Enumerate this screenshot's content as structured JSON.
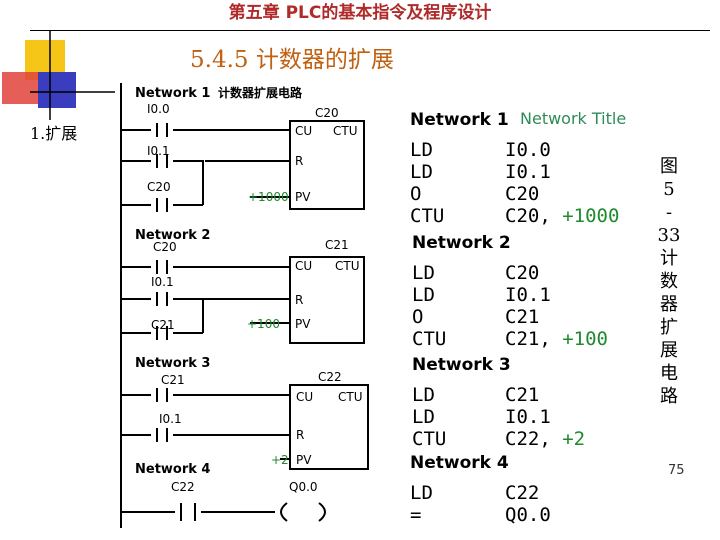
{
  "header": {
    "chapter_title": "第五章 PLC的基本指令及程序设计",
    "section_title": "5.4.5 计数器的扩展",
    "item_label": "1.扩展",
    "figure_caption": "图\n5\n-\n33\n计\n数\n器\n扩\n展\n电\n路",
    "page_number": "75"
  },
  "colors": {
    "chapter_title": "#b02a2a",
    "section_title": "#c06010",
    "accent_yellow": "#f5c518",
    "accent_red": "#e0433b",
    "accent_blue": "#3a3dbd",
    "stl_constant": "#1f8a2e"
  },
  "ladder": {
    "network1": {
      "label": "Network 1",
      "comment": "计数器扩展电路",
      "contacts": [
        "I0.0",
        "I0.1",
        "C20"
      ],
      "counter": "C20",
      "cu": "CU",
      "ctu": "CTU",
      "r": "R",
      "pv": "PV",
      "preset": "+1000"
    },
    "network2": {
      "label": "Network 2",
      "contacts": [
        "C20",
        "I0.1",
        "C21"
      ],
      "counter": "C21",
      "cu": "CU",
      "ctu": "CTU",
      "r": "R",
      "pv": "PV",
      "preset": "+100"
    },
    "network3": {
      "label": "Network 3",
      "contacts": [
        "C21",
        "I0.1"
      ],
      "counter": "C22",
      "cu": "CU",
      "ctu": "CTU",
      "r": "R",
      "pv": "PV",
      "preset": "+2"
    },
    "network4": {
      "label": "Network 4",
      "contact": "C22",
      "coil": "Q0.0"
    }
  },
  "stl": {
    "network1": {
      "label": "Network 1",
      "title": "Network Title",
      "lines": [
        [
          "LD",
          "I0.0",
          ""
        ],
        [
          "LD",
          "I0.1",
          ""
        ],
        [
          "O",
          "C20",
          ""
        ],
        [
          "CTU",
          "C20,",
          "+1000"
        ]
      ]
    },
    "network2": {
      "label": "Network 2",
      "lines": [
        [
          "LD",
          "C20",
          ""
        ],
        [
          "LD",
          "I0.1",
          ""
        ],
        [
          "O",
          "C21",
          ""
        ],
        [
          "CTU",
          "C21,",
          "+100"
        ]
      ]
    },
    "network3": {
      "label": "Network 3",
      "lines": [
        [
          "LD",
          "C21",
          ""
        ],
        [
          "LD",
          "I0.1",
          ""
        ],
        [
          "CTU",
          "C22,",
          "+2"
        ]
      ]
    },
    "network4": {
      "label": "Network 4",
      "lines": [
        [
          "LD",
          "C22",
          ""
        ],
        [
          "=",
          "Q0.0",
          ""
        ]
      ]
    }
  }
}
